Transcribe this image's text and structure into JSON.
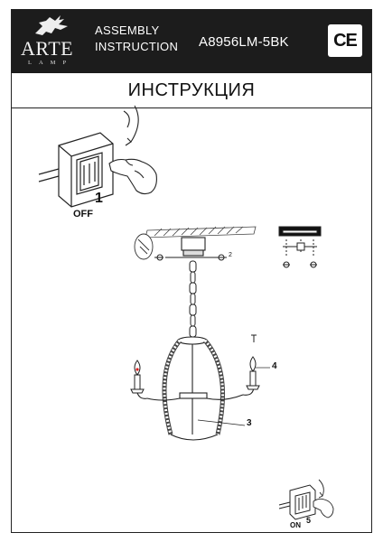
{
  "header": {
    "logo_text": "ARTE",
    "logo_subtext": "LAMP",
    "doc_type_line1": "ASSEMBLY",
    "doc_type_line2": "INSTRUCTION",
    "model": "A8956LM-5BK",
    "ce_mark": "CE"
  },
  "title": "ИНСТРУКЦИЯ",
  "steps": {
    "step1_number": "1",
    "step1_label": "OFF",
    "step2_number": "2",
    "step3_number": "3",
    "step4_number": "4",
    "step5_number": "5",
    "step5_label": "ON"
  },
  "icons": [
    "wall-switch-icon",
    "hand-pointer-icon",
    "arrow-icon",
    "ceiling-bracket-icon",
    "screw-icon",
    "chandelier-icon",
    "bulb-icon"
  ]
}
